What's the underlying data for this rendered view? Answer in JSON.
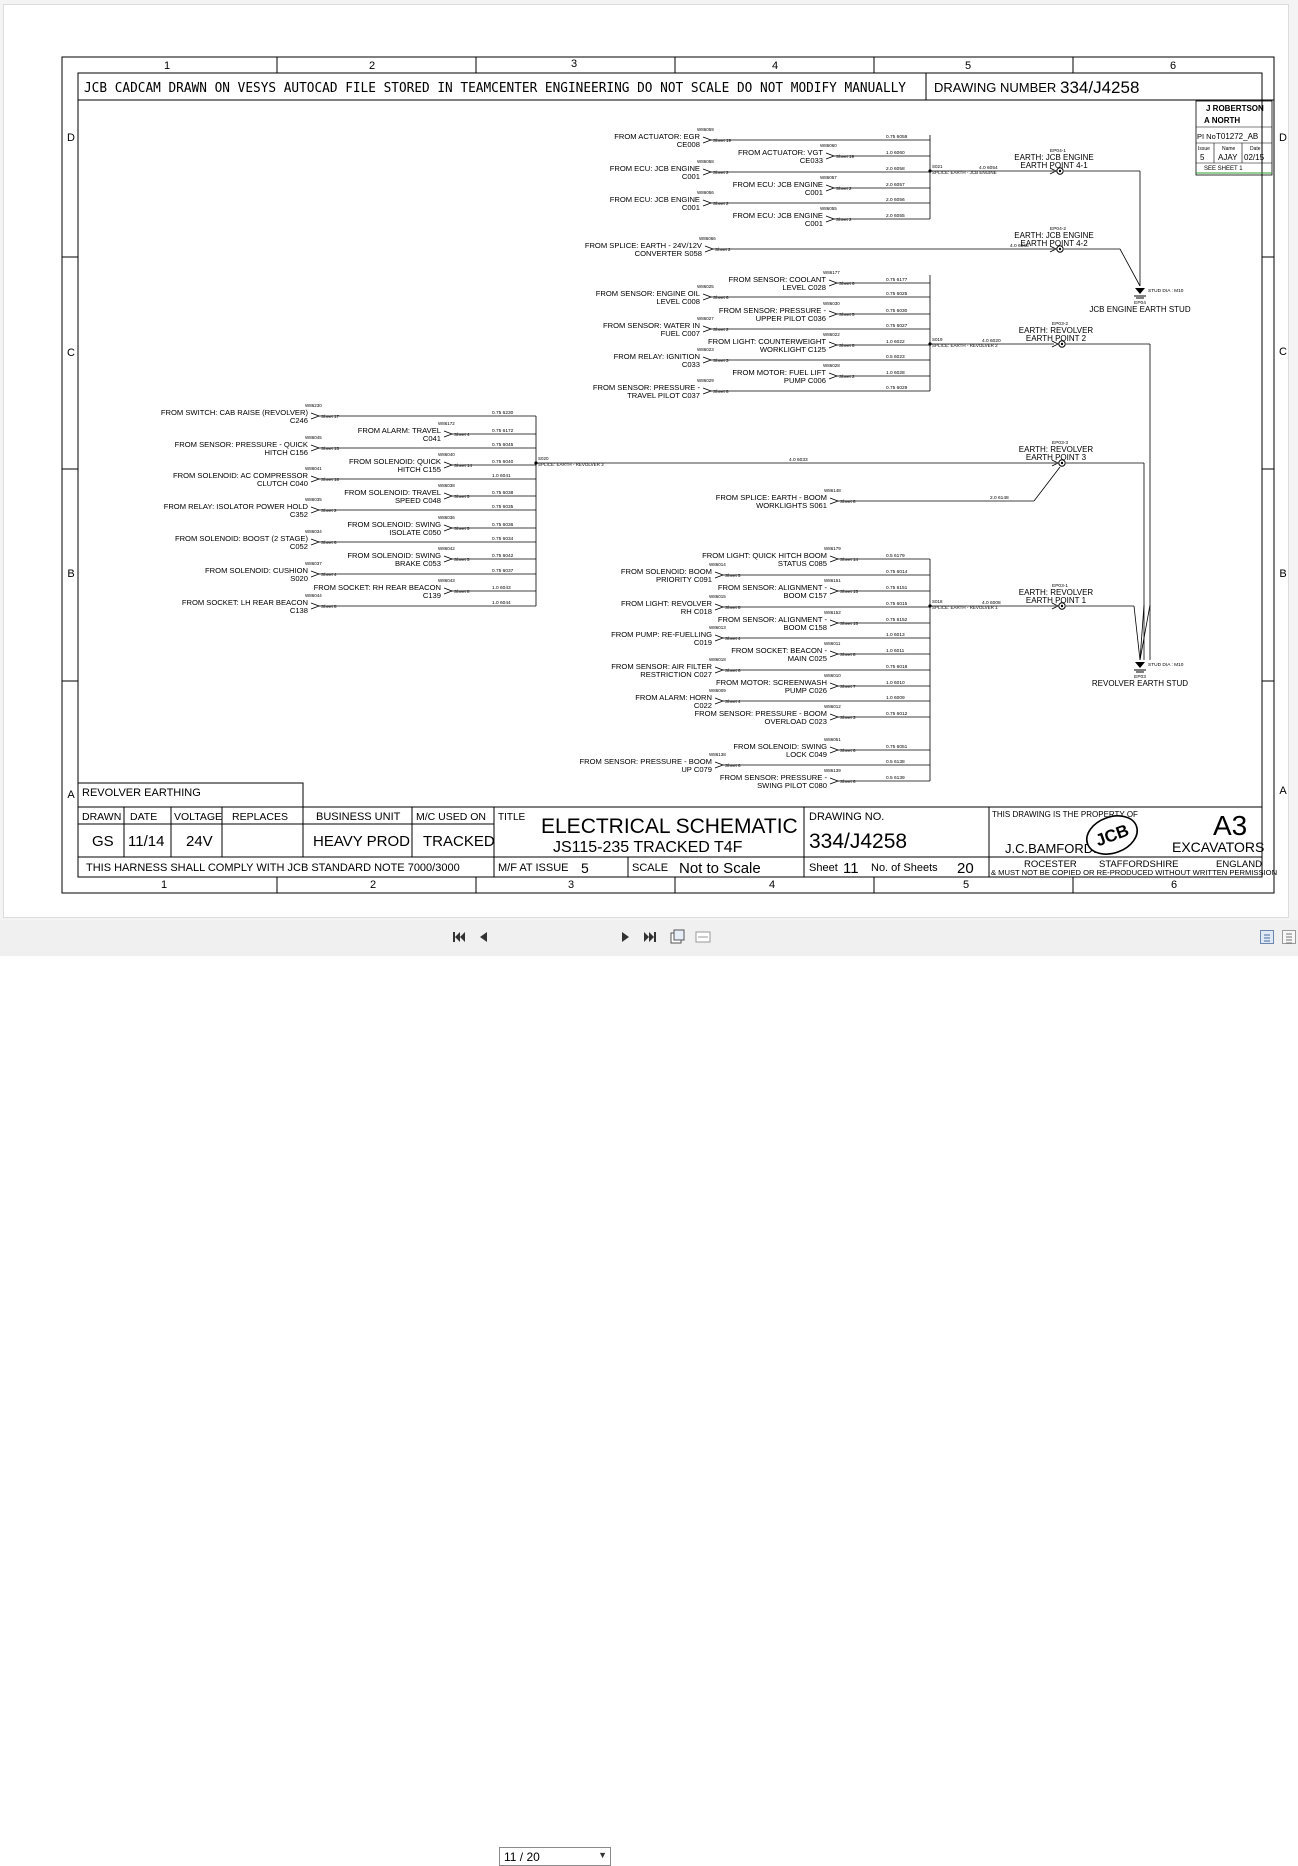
{
  "sheet": {
    "zones_top": [
      "1",
      "2",
      "3",
      "4",
      "5",
      "6"
    ],
    "zones_side": [
      "D",
      "C",
      "B",
      "A"
    ],
    "header_notice": "JCB CADCAM DRAWN ON VESYS   AUTOCAD FILE STORED IN TEAMCENTER ENGINEERING DO NOT SCALE   DO NOT MODIFY MANUALLY",
    "header_drawing_label": "DRAWING NUMBER",
    "header_drawing_number": "334/J4258",
    "revision": {
      "drawn_by": "J ROBERTSON",
      "approved_by": "A NORTH",
      "pi_label": "PI No",
      "pi_no": "T01272_AB",
      "issue_h": "Issue",
      "name_h": "Name",
      "date_h": "Date",
      "issue": "5",
      "name": "AJAY",
      "date": "02/15",
      "see_sheet": "SEE SHEET 1"
    }
  },
  "title_block": {
    "harness_name": "REVOLVER EARTHING",
    "drawn_h": "DRAWN",
    "date_h": "DATE",
    "voltage_h": "VOLTAGE",
    "replaces_h": "REPLACES",
    "drawn": "GS",
    "date": "11/14",
    "voltage": "24V",
    "replaces": "",
    "business_unit_h": "BUSINESS UNIT",
    "business_unit": "HEAVY PROD",
    "mc_used_on_h": "M/C USED ON",
    "mc_used_on": "TRACKED",
    "title_h": "TITLE",
    "title_1": "ELECTRICAL SCHEMATIC",
    "title_2": "JS115-235 TRACKED T4F",
    "drawing_no_h": "DRAWING NO.",
    "drawing_no": "334/J4258",
    "property_note": "THIS DRAWING IS THE PROPERTY OF",
    "company": "J.C.BAMFORD.",
    "logo": "JCB",
    "size": "A3",
    "division": "EXCAVATORS",
    "loc_1": "ROCESTER",
    "loc_2": "STAFFORDSHIRE",
    "loc_3": "ENGLAND",
    "copy_note": "& MUST NOT BE COPIED OR RE-PRODUCED WITHOUT WRITTEN PERMISSION",
    "standard_note": "THIS HARNESS SHALL COMPLY WITH JCB STANDARD NOTE 7000/3000",
    "mf_issue_h": "M/F AT ISSUE",
    "mf_issue": "5",
    "scale_h": "SCALE",
    "scale": "Not to Scale",
    "sheet_h": "Sheet",
    "sheet": "11",
    "sheets_h": "No. of Sheets",
    "sheets": "20"
  },
  "earth_points": [
    {
      "id": "EP04-1",
      "label_1": "EARTH: JCB ENGINE",
      "label_2": "EARTH POINT 4-1"
    },
    {
      "id": "EP04-2",
      "label_1": "EARTH: JCB ENGINE",
      "label_2": "EARTH POINT 4-2"
    },
    {
      "id": "EP03-2",
      "label_1": "EARTH: REVOLVER",
      "label_2": "EARTH POINT 2"
    },
    {
      "id": "EP03-3",
      "label_1": "EARTH: REVOLVER",
      "label_2": "EARTH POINT 3"
    },
    {
      "id": "EP03-1",
      "label_1": "EARTH: REVOLVER",
      "label_2": "EARTH POINT 1"
    }
  ],
  "studs": [
    {
      "id": "EP04",
      "label": "JCB ENGINE EARTH STUD",
      "spec": "STUD DIA : M10"
    },
    {
      "id": "EP03",
      "label": "REVOLVER EARTH STUD",
      "spec": "STUD DIA : M10"
    }
  ],
  "splices": [
    {
      "id": "S021",
      "label": "SPLICE: EARTH - JCB ENGINE",
      "wire": "4.0 6054"
    },
    {
      "id": "S019",
      "label": "SPLICE: EARTH - REVOLVER 2",
      "wire": "4.0 6020"
    },
    {
      "id": "S020",
      "label": "SPLICE: EARTH - REVOLVER 3",
      "wire": "4.0 6033"
    },
    {
      "id": "S018",
      "label": "SPLICE: EARTH - REVOLVER 1",
      "wire": "4.0 6008"
    }
  ],
  "groups": {
    "engine": [
      {
        "line_1": "FROM ACTUATOR: EGR",
        "line_2": "CE008",
        "wire": "0.75 6059",
        "sheet": "Sheet 19",
        "conn": "W86059"
      },
      {
        "line_1": "FROM ACTUATOR: VGT",
        "line_2": "CE033",
        "wire": "1.0 6060",
        "sheet": "Sheet 19",
        "conn": "W86060"
      },
      {
        "line_1": "FROM ECU: JCB ENGINE",
        "line_2": "C001",
        "wire": "2.0 6058",
        "sheet": "Sheet 2",
        "conn": "W86058"
      },
      {
        "line_1": "FROM ECU: JCB ENGINE",
        "line_2": "C001",
        "wire": "2.0 6057",
        "sheet": "Sheet 2",
        "conn": "W86057"
      },
      {
        "line_1": "FROM ECU: JCB ENGINE",
        "line_2": "C001",
        "wire": "2.0 6056",
        "sheet": "Sheet 2",
        "conn": "W86056"
      },
      {
        "line_1": "FROM ECU: JCB ENGINE",
        "line_2": "C001",
        "wire": "2.0 6055",
        "sheet": "Sheet 2",
        "conn": "W86055"
      }
    ],
    "converter": {
      "line_1": "FROM SPLICE: EARTH - 24V/12V",
      "line_2": "CONVERTER S058",
      "wire": "4.0 6066",
      "sheet": "Sheet 2",
      "conn": "W86066"
    },
    "revolver2": [
      {
        "line_1": "FROM SENSOR: COOLANT",
        "line_2": "LEVEL C028",
        "wire": "0.75 6177",
        "sheet": "Sheet 6",
        "conn": "W86177"
      },
      {
        "line_1": "FROM SENSOR: ENGINE OIL",
        "line_2": "LEVEL C008",
        "wire": "0.75 6025",
        "sheet": "Sheet 6",
        "conn": "W86025"
      },
      {
        "line_1": "FROM SENSOR: PRESSURE -",
        "line_2": "UPPER PILOT C036",
        "wire": "0.75 6030",
        "sheet": "Sheet 5",
        "conn": "W86030"
      },
      {
        "line_1": "FROM SENSOR: WATER IN",
        "line_2": "FUEL C007",
        "wire": "0.75 6027",
        "sheet": "Sheet 2",
        "conn": "W86027"
      },
      {
        "line_1": "FROM LIGHT: COUNTERWEIGHT",
        "line_2": "WORKLIGHT C125",
        "wire": "1.0 6022",
        "sheet": "Sheet 8",
        "conn": "W86022"
      },
      {
        "line_1": "FROM RELAY: IGNITION",
        "line_2": "C033",
        "wire": "0.5 6023",
        "sheet": "Sheet 3",
        "conn": "W86023"
      },
      {
        "line_1": "FROM MOTOR: FUEL LIFT",
        "line_2": "PUMP C006",
        "wire": "1.0 6028",
        "sheet": "Sheet 2",
        "conn": "W86028"
      },
      {
        "line_1": "FROM SENSOR: PRESSURE -",
        "line_2": "TRAVEL PILOT C037",
        "wire": "0.75 6029",
        "sheet": "Sheet 6",
        "conn": "W86029"
      }
    ],
    "revolver3": [
      {
        "line_1": "FROM SWITCH: CAB RAISE (REVOLVER)",
        "line_2": "C246",
        "wire": "0.75 6230",
        "sheet": "Sheet 17",
        "conn": "W86230"
      },
      {
        "line_1": "FROM ALARM: TRAVEL",
        "line_2": "C041",
        "wire": "0.75 6172",
        "sheet": "Sheet 4",
        "conn": "W86172"
      },
      {
        "line_1": "FROM SENSOR: PRESSURE - QUICK",
        "line_2": "HITCH C156",
        "wire": "0.75 6045",
        "sheet": "Sheet 15",
        "conn": "W86045"
      },
      {
        "line_1": "FROM SOLENOID: QUICK",
        "line_2": "HITCH C155",
        "wire": "0.75 6040",
        "sheet": "Sheet 14",
        "conn": "W86040"
      },
      {
        "line_1": "FROM SOLENOID: AC COMPRESSOR",
        "line_2": "CLUTCH C040",
        "wire": "1.0 6041",
        "sheet": "Sheet 18",
        "conn": "W86041"
      },
      {
        "line_1": "FROM SOLENOID: TRAVEL",
        "line_2": "SPEED C048",
        "wire": "0.75 6038",
        "sheet": "Sheet 5",
        "conn": "W86038"
      },
      {
        "line_1": "FROM RELAY: ISOLATOR POWER HOLD",
        "line_2": "C352",
        "wire": "0.75 6035",
        "sheet": "Sheet 2",
        "conn": "W86035"
      },
      {
        "line_1": "FROM SOLENOID: SWING",
        "line_2": "ISOLATE C050",
        "wire": "0.75 6036",
        "sheet": "Sheet 5",
        "conn": "W86036"
      },
      {
        "line_1": "FROM SOLENOID: BOOST (2 STAGE)",
        "line_2": "C052",
        "wire": "0.75 6034",
        "sheet": "Sheet 6",
        "conn": "W86034"
      },
      {
        "line_1": "FROM SOLENOID: SWING",
        "line_2": "BRAKE C053",
        "wire": "0.75 6042",
        "sheet": "Sheet 5",
        "conn": "W86042"
      },
      {
        "line_1": "FROM SOLENOID: CUSHION",
        "line_2": "S020",
        "wire": "0.75 6037",
        "sheet": "Sheet 4",
        "conn": "W86037"
      },
      {
        "line_1": "FROM SOCKET: RH REAR BEACON",
        "line_2": "C139",
        "wire": "1.0 6043",
        "sheet": "Sheet 8",
        "conn": "W86043"
      },
      {
        "line_1": "FROM SOCKET: LH REAR BEACON",
        "line_2": "C138",
        "wire": "1.0 6044",
        "sheet": "Sheet 8",
        "conn": "W86044"
      }
    ],
    "boom_worklights": {
      "line_1": "FROM SPLICE: EARTH - BOOM",
      "line_2": "WORKLIGHTS S061",
      "wire": "2.0 6148",
      "sheet": "Sheet 8",
      "conn": "W86148"
    },
    "revolver1": [
      {
        "line_1": "FROM LIGHT: QUICK HITCH BOOM",
        "line_2": "STATUS C085",
        "wire": "0.5 6179",
        "sheet": "Sheet 14",
        "conn": "W86179"
      },
      {
        "line_1": "FROM SOLENOID: BOOM",
        "line_2": "PRIORITY C091",
        "wire": "0.75 6014",
        "sheet": "Sheet 5",
        "conn": "W86014"
      },
      {
        "line_1": "FROM SENSOR: ALIGNMENT -",
        "line_2": "BOOM C157",
        "wire": "0.75 6151",
        "sheet": "Sheet 15",
        "conn": "W86151"
      },
      {
        "line_1": "FROM LIGHT: REVOLVER",
        "line_2": "RH C018",
        "wire": "0.75 6015",
        "sheet": "Sheet 8",
        "conn": "W86015"
      },
      {
        "line_1": "FROM SENSOR: ALIGNMENT -",
        "line_2": "BOOM C158",
        "wire": "0.75 6152",
        "sheet": "Sheet 15",
        "conn": "W86152"
      },
      {
        "line_1": "FROM PUMP: RE-FUELLING",
        "line_2": "C019",
        "wire": "1.0 6013",
        "sheet": "Sheet 4",
        "conn": "W86013"
      },
      {
        "line_1": "FROM SOCKET: BEACON -",
        "line_2": "MAIN C025",
        "wire": "1.0 6011",
        "sheet": "Sheet 8",
        "conn": "W86011"
      },
      {
        "line_1": "FROM SENSOR: AIR FILTER",
        "line_2": "RESTRICTION C027",
        "wire": "0.75 6018",
        "sheet": "Sheet 6",
        "conn": "W86018"
      },
      {
        "line_1": "FROM MOTOR: SCREENWASH",
        "line_2": "PUMP C026",
        "wire": "1.0 6010",
        "sheet": "Sheet 7",
        "conn": "W86010"
      },
      {
        "line_1": "FROM ALARM: HORN",
        "line_2": "C022",
        "wire": "1.0 6009",
        "sheet": "Sheet 4",
        "conn": "W86009"
      },
      {
        "line_1": "FROM SENSOR: PRESSURE - BOOM",
        "line_2": "OVERLOAD C023",
        "wire": "0.75 6012",
        "sheet": "Sheet 3",
        "conn": "W86012"
      },
      {
        "line_1": "FROM SOLENOID: SWING",
        "line_2": "LOCK C049",
        "wire": "0.75 6051",
        "sheet": "Sheet 6",
        "conn": "W86051"
      },
      {
        "line_1": "FROM SENSOR: PRESSURE - BOOM",
        "line_2": "UP C079",
        "wire": "0.5 6138",
        "sheet": "Sheet 6",
        "conn": "W86138"
      },
      {
        "line_1": "FROM SENSOR: PRESSURE -",
        "line_2": "SWING PILOT C080",
        "wire": "0.5 6139",
        "sheet": "Sheet 6",
        "conn": "W86139"
      }
    ]
  },
  "viewer": {
    "page_indicator": "11 / 20",
    "first_icon": "first-page-icon",
    "prev_icon": "previous-page-icon",
    "next_icon": "next-page-icon",
    "last_icon": "last-page-icon",
    "colors": {
      "toolbar_bg": "#f0f0f0",
      "sheet_border": "#000000",
      "active_view": "#dfe8f5"
    }
  }
}
